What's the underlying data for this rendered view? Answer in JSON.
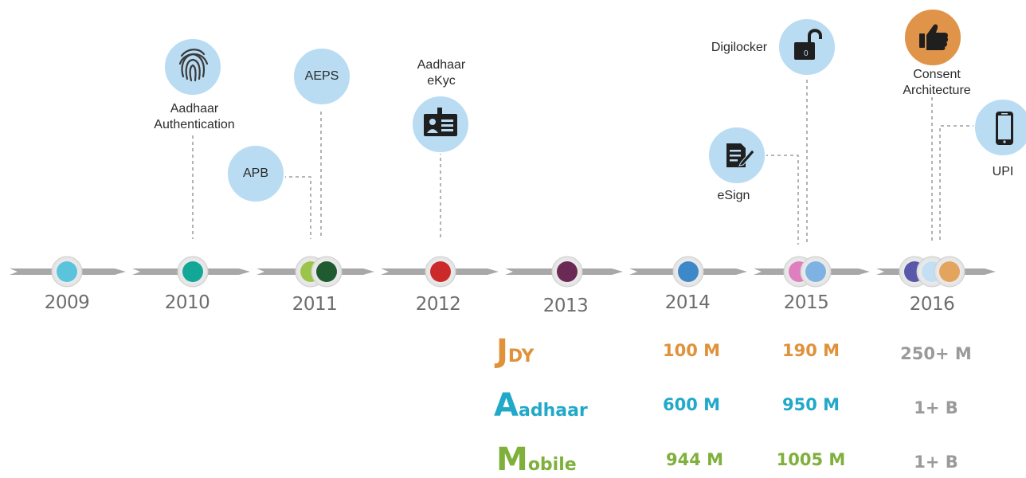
{
  "timeline": {
    "years": [
      "2009",
      "2010",
      "2011",
      "2012",
      "2013",
      "2014",
      "2015",
      "2016"
    ],
    "node_colors": {
      "2009": [
        "#5cc3dc"
      ],
      "2010": [
        "#12a797"
      ],
      "2011": [
        "#9cc44a",
        "#1f5a30"
      ],
      "2012": [
        "#cc2a2a"
      ],
      "2013": [
        "#6a2a55"
      ],
      "2014": [
        "#3d88c8"
      ],
      "2015": [
        "#e07fbf",
        "#7db2e2"
      ],
      "2016": [
        "#5a58a8",
        "#c3dff3",
        "#e3a55e"
      ]
    }
  },
  "milestones": {
    "aadhaar_auth": {
      "label_line1": "Aadhaar",
      "label_line2": "Authentication",
      "icon": "fingerprint-icon"
    },
    "apb": {
      "label": "APB"
    },
    "aeps": {
      "label": "AEPS"
    },
    "ekyc": {
      "label_line1": "Aadhaar",
      "label_line2": "eKyc",
      "icon": "id-card-icon"
    },
    "esign": {
      "label": "eSign",
      "icon": "document-sign-icon"
    },
    "digilocker": {
      "label": "Digilocker",
      "icon": "padlock-icon"
    },
    "consent": {
      "label_line1": "Consent",
      "label_line2": "Architecture",
      "icon": "thumbs-up-icon"
    },
    "upi": {
      "label": "UPI",
      "icon": "mobile-phone-icon"
    }
  },
  "stats": {
    "rows": [
      {
        "initial": "J",
        "rest": "DY",
        "color": "#e0913a",
        "values": [
          "100 M",
          "190 M",
          "250+ M"
        ]
      },
      {
        "initial": "A",
        "rest": "adhaar",
        "color": "#22a9c9",
        "values": [
          "600 M",
          "950 M",
          "1+ B"
        ]
      },
      {
        "initial": "M",
        "rest": "obile",
        "color": "#7fb03c",
        "values": [
          "944 M",
          "1005 M",
          "1+ B"
        ]
      }
    ],
    "future_value_color": "#9a9a9a"
  },
  "colors": {
    "bubble_fill": "#b9dcf3",
    "consent_bubble_fill": "#e0944a",
    "arrow": "#a8a8a8"
  }
}
